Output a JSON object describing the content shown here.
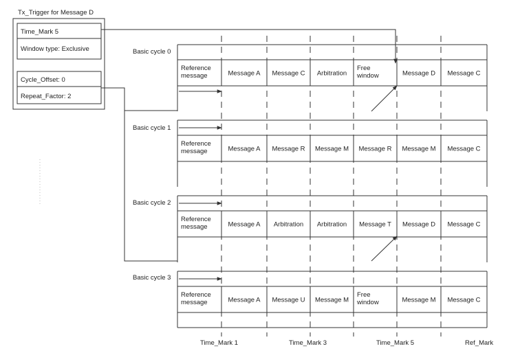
{
  "trigger_box": {
    "title": "Tx_Trigger for Message D",
    "time_mark": "Time_Mark 5",
    "window_type": "Window type: Exclusive",
    "cycle_offset": "Cycle_Offset:   0",
    "repeat_factor": "Repeat_Factor:  2"
  },
  "cycles": [
    {
      "label": "Basic cycle 0",
      "cells": [
        [
          "Reference",
          "message"
        ],
        [
          "Message A"
        ],
        [
          "Message C"
        ],
        [
          "Arbitration"
        ],
        [
          "Free",
          "window"
        ],
        [
          "Message D"
        ],
        [
          "Message C"
        ]
      ]
    },
    {
      "label": "Basic cycle 1",
      "cells": [
        [
          "Reference",
          "message"
        ],
        [
          "Message A"
        ],
        [
          "Message R"
        ],
        [
          "Message M"
        ],
        [
          "Message R"
        ],
        [
          "Message M"
        ],
        [
          "Message C"
        ]
      ]
    },
    {
      "label": "Basic cycle 2",
      "cells": [
        [
          "Reference",
          "message"
        ],
        [
          "Message A"
        ],
        [
          "Arbitration"
        ],
        [
          "Arbitration"
        ],
        [
          "Message T"
        ],
        [
          "Message D"
        ],
        [
          "Message C"
        ]
      ]
    },
    {
      "label": "Basic cycle 3",
      "cells": [
        [
          "Reference",
          "message"
        ],
        [
          "Message A"
        ],
        [
          "Message U"
        ],
        [
          "Message M"
        ],
        [
          "Free",
          "window"
        ],
        [
          "Message M"
        ],
        [
          "Message C"
        ]
      ]
    }
  ],
  "time_marks": [
    "Time_Mark 1",
    "Time_Mark 3",
    "Time_Mark 5",
    "Ref_Mark"
  ]
}
